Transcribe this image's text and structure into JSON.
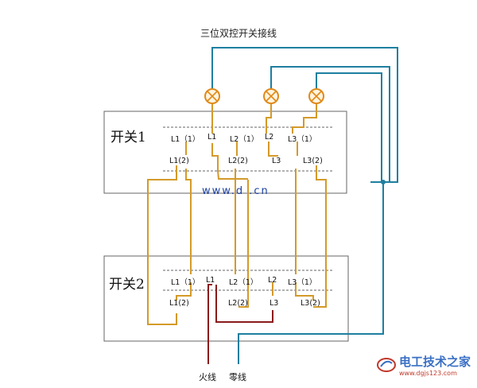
{
  "title": "三位双控开关接线",
  "switch1": {
    "name": "开关1",
    "top_terminals": [
      "L1（1）",
      "L1",
      "L2（1）",
      "L2",
      "L3（1）"
    ],
    "bottom_terminals": [
      "L1(2)",
      "L2(2)",
      "L3",
      "L3(2)"
    ]
  },
  "switch2": {
    "name": "开关2",
    "top_terminals": [
      "L1（1）",
      "L1",
      "L2（1）",
      "L2",
      "L3（1）"
    ],
    "bottom_terminals": [
      "L1(2)",
      "L2(2)",
      "L3",
      "L3(2)"
    ]
  },
  "watermark": "www.d    .cn",
  "live_label": "火线",
  "neutral_label": "零线",
  "logo": {
    "main": "电工技术之家",
    "sub": "www.dgjs123.com"
  },
  "colors": {
    "orange": "#d49a2a",
    "teal": "#1e7fa0",
    "red": "#8b1a1a",
    "box": "#555555",
    "lamp": "#e08a1a"
  }
}
